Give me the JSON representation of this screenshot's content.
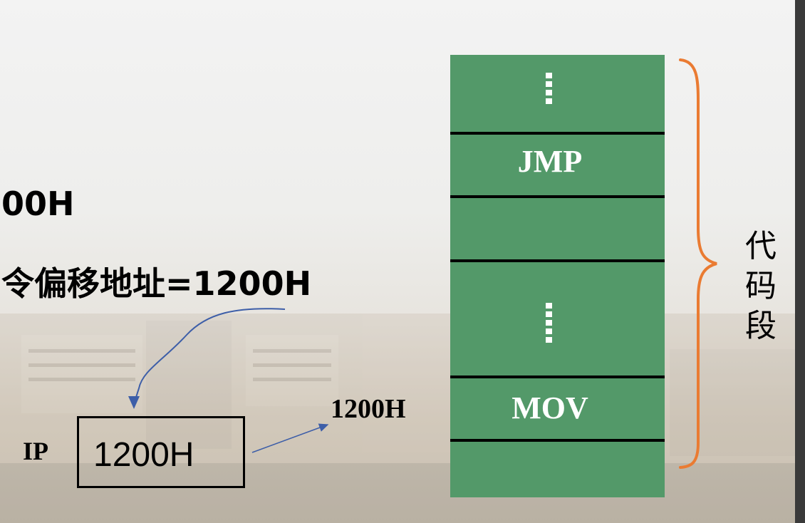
{
  "text": {
    "line1": "00H",
    "line2": "令偏移地址=1200H"
  },
  "ip": {
    "label": "IP",
    "value": "1200H"
  },
  "arrow_label": "1200H",
  "memory_cells": [
    {
      "label": "",
      "dotted": true
    },
    {
      "label": "JMP",
      "dotted": false
    },
    {
      "label": "",
      "dotted": false
    },
    {
      "label": "",
      "dotted": true
    },
    {
      "label": "MOV",
      "dotted": false
    },
    {
      "label": "",
      "dotted": false
    }
  ],
  "segment_label": "代码段",
  "colors": {
    "cell_fill": "#539969",
    "brace": "#ea7b32",
    "arrow": "#3d5ea8"
  }
}
